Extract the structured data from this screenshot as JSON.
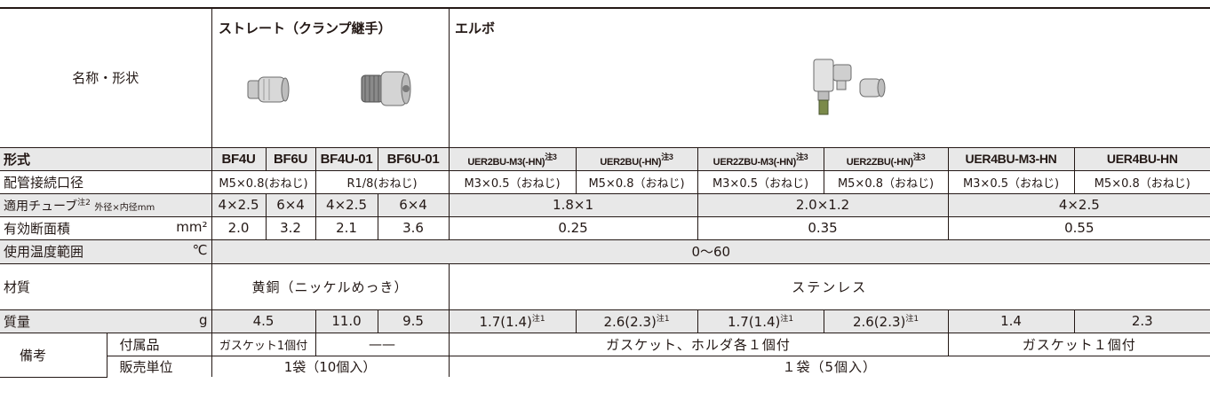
{
  "header": {
    "name_label": "名称・形状",
    "straight_title": "ストレート（クランプ継手）",
    "elbow_title": "エルボ"
  },
  "rows": {
    "model": {
      "label": "形式",
      "cells": [
        "BF4U",
        "BF6U",
        "BF4U-01",
        "BF6U-01",
        "UER2BU-M3(-HN)",
        "UER2BU(-HN)",
        "UER2ZBU-M3(-HN)",
        "UER2ZBU(-HN)",
        "UER4BU-M3-HN",
        "UER4BU-HN"
      ],
      "note": "注3"
    },
    "port": {
      "label": "配管接続口径",
      "cells": [
        "M5×0.8(おねじ)",
        "R1/8(おねじ)",
        "M3×0.5（おねじ)",
        "M5×0.8（おねじ)",
        "M3×0.5（おねじ)",
        "M5×0.8（おねじ)",
        "M3×0.5（おねじ)",
        "M5×0.8（おねじ)"
      ]
    },
    "tube": {
      "label": "適用チューブ",
      "note": "注2",
      "unit": "外径×内径mm",
      "cells": [
        "4×2.5",
        "6×4",
        "4×2.5",
        "6×4",
        "1.8×1",
        "2.0×1.2",
        "4×2.5"
      ]
    },
    "area": {
      "label": "有効断面積",
      "unit": "mm²",
      "cells": [
        "2.0",
        "3.2",
        "2.1",
        "3.6",
        "0.25",
        "0.35",
        "0.55"
      ]
    },
    "temp": {
      "label": "使用温度範囲",
      "unit": "℃",
      "value": "0～60"
    },
    "material": {
      "label": "材質",
      "cells": [
        "黄銅（ニッケルめっき）",
        "ステンレス"
      ]
    },
    "mass": {
      "label": "質量",
      "unit": "g",
      "cells": [
        "4.5",
        "11.0",
        "9.5",
        "1.7(1.4)",
        "2.6(2.3)",
        "1.7(1.4)",
        "2.6(2.3)",
        "1.4",
        "2.3"
      ],
      "note": "注1"
    },
    "remarks": {
      "label": "備考",
      "accessory_label": "付属品",
      "accessory_cells": [
        "ガスケット1個付",
        "——",
        "ガスケット、ホルダ各１個付",
        "ガスケット１個付"
      ],
      "unit_label": "販売単位",
      "unit_cells": [
        "1袋（10個入）",
        "１袋（5個入）"
      ]
    }
  }
}
